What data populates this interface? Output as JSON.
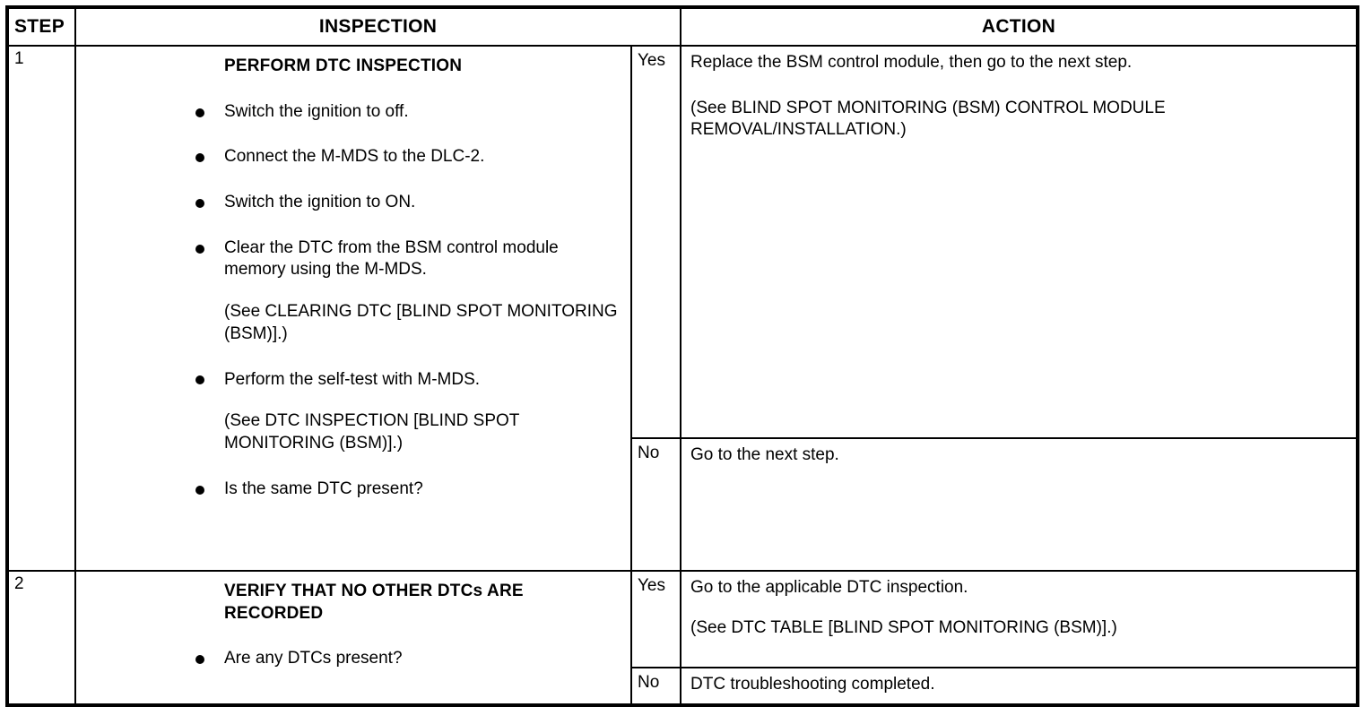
{
  "table": {
    "headers": {
      "step": "STEP",
      "inspection": "INSPECTION",
      "action": "ACTION"
    },
    "rows": [
      {
        "step": "1",
        "inspection": {
          "title": "PERFORM DTC INSPECTION",
          "items": [
            {
              "type": "bullet",
              "text": "Switch the ignition to off."
            },
            {
              "type": "bullet",
              "text": "Connect the M-MDS to the DLC-2."
            },
            {
              "type": "bullet",
              "text": "Switch the ignition to ON."
            },
            {
              "type": "bullet",
              "text": "Clear the DTC from the BSM control module memory using the M-MDS."
            },
            {
              "type": "note",
              "text": "(See CLEARING DTC [BLIND SPOT MONITORING (BSM)].)"
            },
            {
              "type": "bullet",
              "text": "Perform the self-test with M-MDS."
            },
            {
              "type": "note",
              "text": "(See DTC INSPECTION [BLIND SPOT MONITORING (BSM)].)"
            },
            {
              "type": "bullet",
              "text": "Is the same DTC present?"
            }
          ]
        },
        "results": [
          {
            "label": "Yes",
            "lines": [
              "Replace the BSM control module, then go to the next step.",
              "(See BLIND SPOT MONITORING (BSM) CONTROL MODULE REMOVAL/INSTALLATION.)"
            ]
          },
          {
            "label": "No",
            "lines": [
              "Go to the next step."
            ]
          }
        ]
      },
      {
        "step": "2",
        "inspection": {
          "title": "VERIFY THAT NO OTHER DTCs ARE RECORDED",
          "items": [
            {
              "type": "bullet",
              "text": "Are any DTCs present?"
            }
          ]
        },
        "results": [
          {
            "label": "Yes",
            "lines": [
              "Go to the applicable DTC inspection.",
              "(See DTC TABLE [BLIND SPOT MONITORING (BSM)].)"
            ]
          },
          {
            "label": "No",
            "lines": [
              "DTC troubleshooting completed."
            ]
          }
        ]
      }
    ]
  },
  "colors": {
    "border": "#000000",
    "text": "#000000",
    "background": "#ffffff"
  }
}
